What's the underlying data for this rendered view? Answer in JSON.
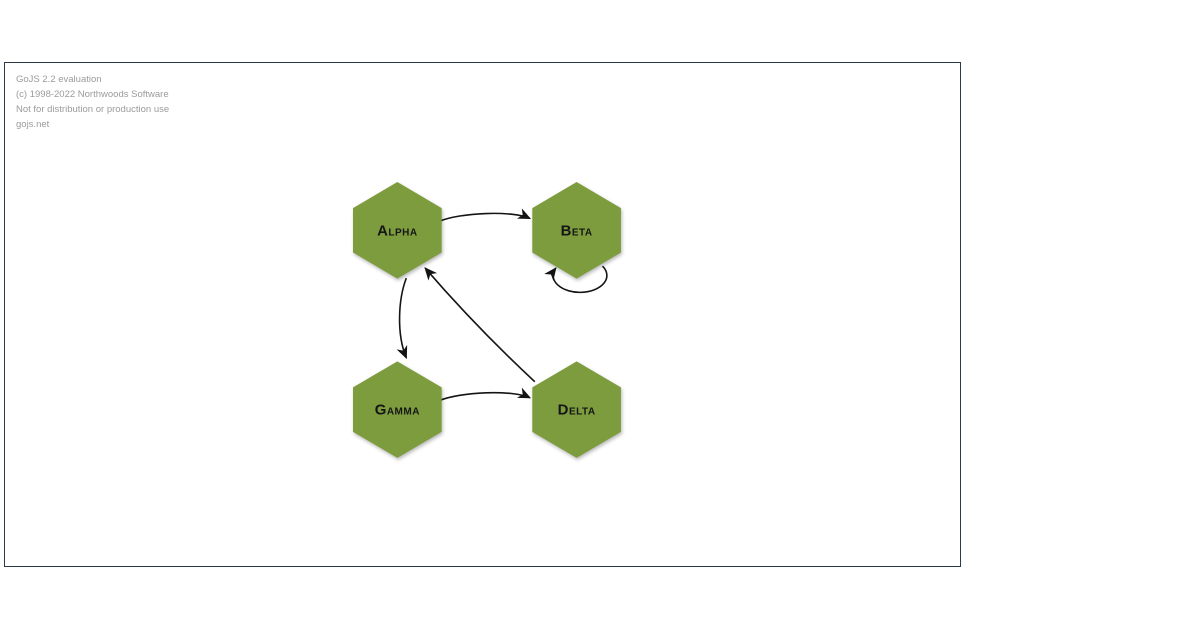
{
  "watermark": {
    "lines": [
      "GoJS 2.2 evaluation",
      "(c) 1998-2022 Northwoods Software",
      "Not for distribution or production use",
      "gojs.net"
    ]
  },
  "diagram": {
    "nodes": [
      {
        "key": "alpha",
        "label": "Alpha"
      },
      {
        "key": "beta",
        "label": "Beta"
      },
      {
        "key": "gamma",
        "label": "Gamma"
      },
      {
        "key": "delta",
        "label": "Delta"
      }
    ],
    "links": [
      {
        "from": "Alpha",
        "to": "Beta"
      },
      {
        "from": "Alpha",
        "to": "Gamma"
      },
      {
        "from": "Beta",
        "to": "Beta"
      },
      {
        "from": "Gamma",
        "to": "Delta"
      },
      {
        "from": "Delta",
        "to": "Alpha"
      }
    ],
    "node_shape": "hexagon"
  },
  "colors": {
    "node_fill": "#7c9c3e",
    "node_label": "#151515",
    "link_stroke": "#141414",
    "canvas_border": "#2b3a4a",
    "watermark_text": "#9b9b9b",
    "background": "#ffffff"
  }
}
